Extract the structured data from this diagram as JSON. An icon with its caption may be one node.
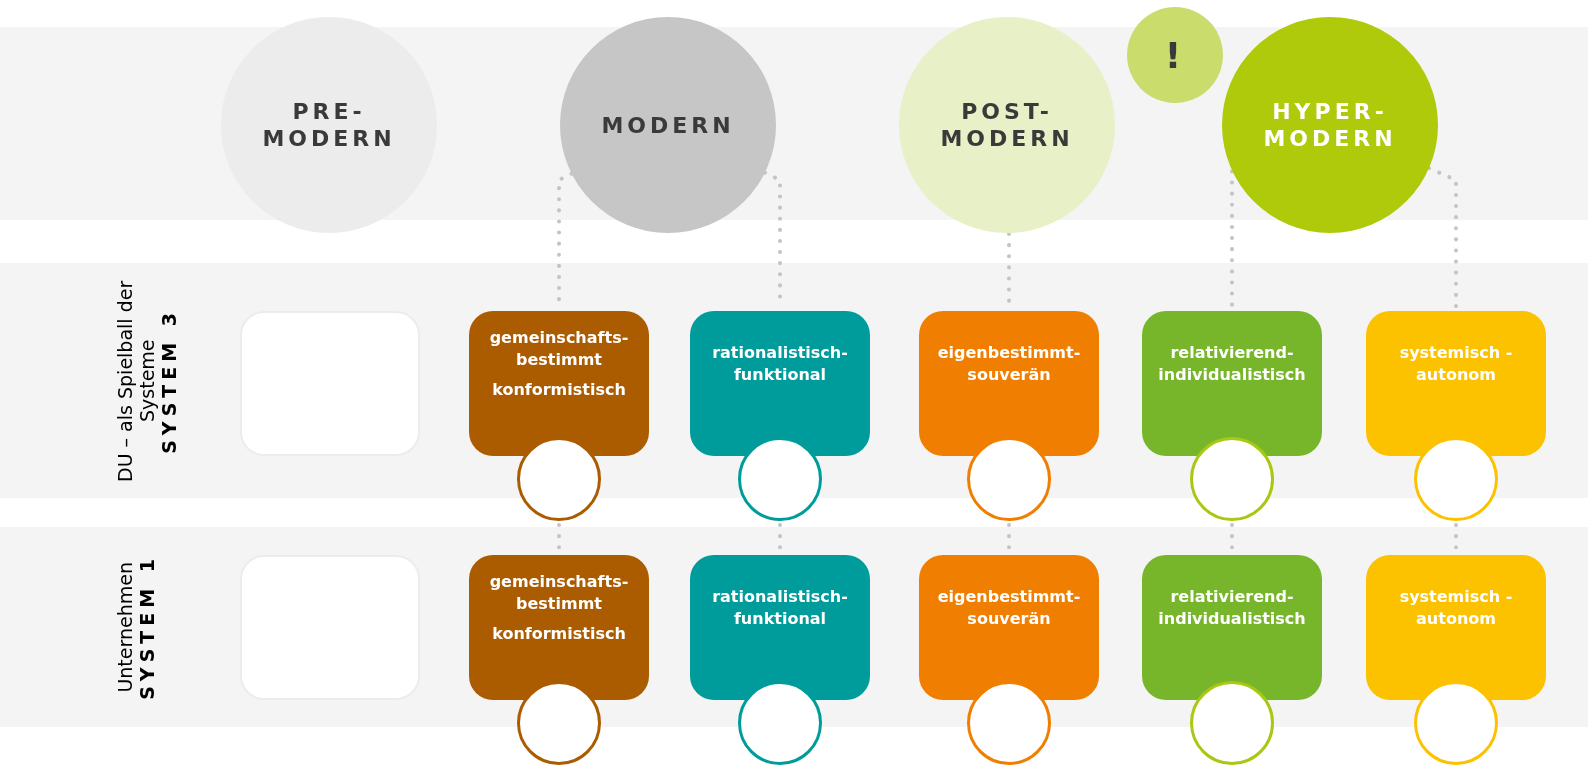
{
  "diagram": {
    "nodes": [
      {
        "text": [
          "PRE- MODERN"
        ]
      },
      {
        "text": [
          "MODERN"
        ]
      },
      {
        "text": [
          "POST- MODERN"
        ]
      },
      {
        "text": [
          "!"
        ]
      },
      {
        "text": [
          "HYPER- MODERN"
        ]
      },
      {
        "text": [
          "SYSTEM 3",
          "DU – als Spielball der Systeme"
        ]
      },
      {
        "text": [],
        "shape": "box",
        "in": 5
      },
      {
        "text": [
          "gemeinschafts- bestimmt",
          "konformistisch"
        ],
        "in": 5
      },
      {
        "text": [
          "rationalistisch- funktional"
        ],
        "in": 5
      },
      {
        "text": [
          "eigenbestimmt- souverän"
        ],
        "in": 5
      },
      {
        "text": [
          "relativierend- individualistisch"
        ],
        "in": 5
      },
      {
        "text": [
          "systemisch - autonom"
        ],
        "in": 5
      },
      {
        "text": [],
        "shape": "circle"
      },
      {
        "text": [],
        "shape": "circle"
      },
      {
        "text": [],
        "shape": "circle"
      },
      {
        "text": [],
        "shape": "circle"
      },
      {
        "text": [],
        "shape": "circle"
      },
      {
        "text": [
          "SYSTEM 1",
          "Unternehmen"
        ]
      },
      {
        "text": [],
        "shape": "box",
        "in": 17
      },
      {
        "text": [
          "gemeinschafts- bestimmt",
          "konformistisch"
        ],
        "in": 17
      },
      {
        "text": [
          "rationalistisch- funktional"
        ],
        "in": 17
      },
      {
        "text": [
          "eigenbestimmt- souverän"
        ],
        "in": 17
      },
      {
        "text": [
          "relativierend- individualistisch"
        ],
        "in": 17
      },
      {
        "text": [
          "systemisch - autonom"
        ],
        "in": 17
      },
      {
        "text": [],
        "shape": "circle"
      },
      {
        "text": [],
        "shape": "circle"
      },
      {
        "text": [],
        "shape": "circle"
      },
      {
        "text": [],
        "shape": "circle"
      },
      {
        "text": [],
        "shape": "circle"
      }
    ],
    "edges": [
      {
        "from": 1,
        "to": 7,
        "arrow": "none",
        "style": "dashed"
      },
      {
        "from": 1,
        "to": 8,
        "arrow": "none",
        "style": "dashed"
      },
      {
        "from": 2,
        "to": 9,
        "arrow": "none",
        "style": "dashed"
      },
      {
        "from": 4,
        "to": 10,
        "arrow": "none",
        "style": "dashed"
      },
      {
        "from": 4,
        "to": 11,
        "arrow": "none",
        "style": "dashed"
      },
      {
        "from": 12,
        "to": 19,
        "arrow": "none",
        "style": "dashed"
      },
      {
        "from": 13,
        "to": 20,
        "arrow": "none",
        "style": "dashed"
      },
      {
        "from": 14,
        "to": 21,
        "arrow": "none",
        "style": "dashed"
      },
      {
        "from": 15,
        "to": 22,
        "arrow": "none",
        "style": "dashed"
      },
      {
        "from": 16,
        "to": 23,
        "arrow": "none",
        "style": "dashed"
      }
    ]
  }
}
